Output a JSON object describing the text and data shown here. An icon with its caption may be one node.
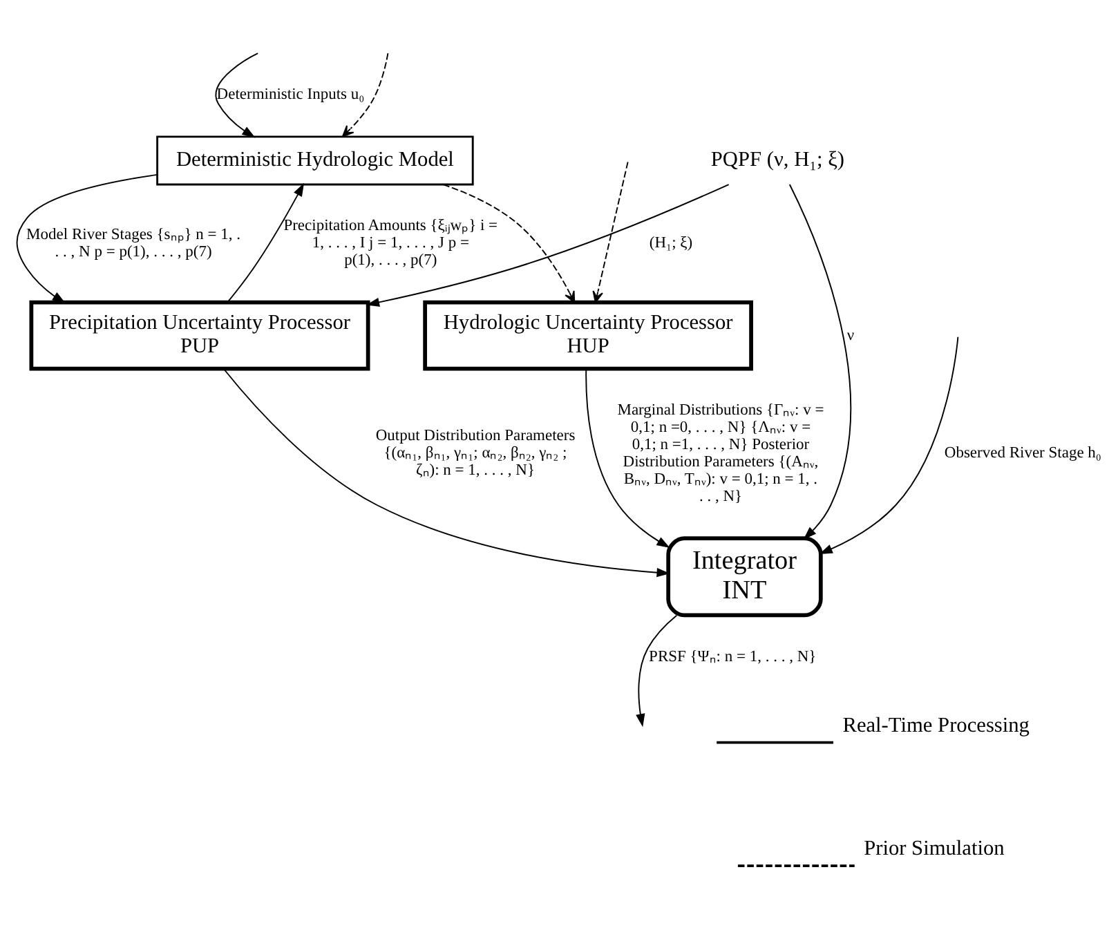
{
  "diagram": {
    "nodes": [
      {
        "text": [
          "Deterministic Hydrologic Model"
        ]
      },
      {
        "text": [
          "Precipitation Uncertainty Processor",
          "PUP"
        ]
      },
      {
        "text": [
          "Hydrologic Uncertainty Processor",
          "HUP"
        ]
      },
      {
        "text": [
          "Integrator",
          "INT"
        ]
      },
      {
        "text": [
          "PQPF (ν, H₁; ξ)"
        ]
      }
    ],
    "edges": [
      {
        "from": null,
        "to": 0,
        "arrow": "to",
        "label": "Deterministic Inputs u₀"
      },
      {
        "from": null,
        "to": 0,
        "arrow": "to",
        "style": "dashed"
      },
      {
        "from": 1,
        "to": 0,
        "arrow": "to",
        "label": "Precipitation Amounts {ξᵢⱼwₚ} i = 1, . . . , I j = 1, . . . , J p = p(1), . . . , p(7)"
      },
      {
        "from": 0,
        "to": 1,
        "arrow": "to",
        "label": "Model River Stages {sₙₚ} n = 1, . . . , N p = p(1), . . . , p(7)"
      },
      {
        "from": 0,
        "to": 2,
        "arrow": "to",
        "style": "dashed"
      },
      {
        "from": 4,
        "to": 1,
        "arrow": "to",
        "label": "(H₁; ξ)"
      },
      {
        "from": null,
        "to": 2,
        "arrow": "to",
        "style": "dashed"
      },
      {
        "from": 1,
        "to": 3,
        "arrow": "to",
        "label": "Output Distribution Parameters {(αₙ₁, βₙ₁, γₙ₁; αₙ₂, βₙ₂, γₙ₂ ; ζₙ): n = 1, . . . , N}"
      },
      {
        "from": 2,
        "to": 3,
        "arrow": "to",
        "label": "Marginal Distributions {Γₙᵥ: v = 0,1; n =0, . . . , N} {Λₙᵥ: v = 0,1; n =1, . . . , N} Posterior Distribution Parameters {(Aₙᵥ, Bₙᵥ, Dₙᵥ, Tₙᵥ): v = 0,1; n = 1, . . . , N}"
      },
      {
        "from": 4,
        "to": 3,
        "arrow": "to",
        "label": "ν"
      },
      {
        "from": null,
        "to": 3,
        "arrow": "to",
        "label": "Observed River Stage h₀"
      },
      {
        "from": 3,
        "to": null,
        "arrow": "to",
        "label": "PRSF {Ψₙ: n = 1, . . . , N}"
      }
    ],
    "legend": [
      {
        "text": "Real-Time Processing"
      },
      {
        "text": "Prior Simulation"
      }
    ]
  }
}
